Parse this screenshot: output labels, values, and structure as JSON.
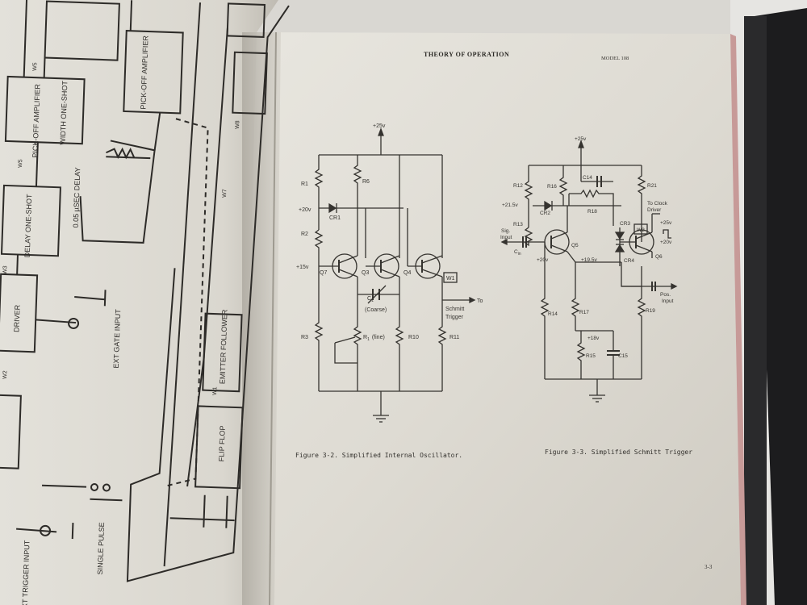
{
  "header": {
    "title": "THEORY OF OPERATION",
    "model": "MODEL 108"
  },
  "page_number": "3-3",
  "left_page": {
    "blocks": [
      "WIDTH ONE-SHOT",
      "PICK-OFF AMPLIFIER",
      "DELAY ONE-SHOT",
      "DRIVER",
      "PICK-OFF AMPLIFIER",
      "EMITTER FOLLOWER",
      "FLIP FLOP"
    ],
    "labels": [
      "EXT GATE INPUT",
      "SINGLE PULSE",
      "EXT TRIGGER INPUT",
      "0.05 µSEC DELAY"
    ],
    "test_points": [
      "W5",
      "W5",
      "W3",
      "W2",
      "W8",
      "W7",
      "W1"
    ]
  },
  "figure_3_2": {
    "caption": "Figure 3-2.  Simplified Internal Oscillator.",
    "supply": "+25v",
    "v20": "+20v",
    "v15": "+15v",
    "resistors": [
      "R1",
      "R2",
      "R3",
      "R6",
      "R10",
      "R11"
    ],
    "diode": "CR1",
    "transistors": [
      "Q7",
      "Q3",
      "Q4"
    ],
    "test_point": "W1",
    "cap_label": "C",
    "cap_sub": "1",
    "cap_note": "(Coarse)",
    "pot_label": "R",
    "pot_sub": "1",
    "pot_note": "(fine)",
    "output_to": "To",
    "output_dest_1": "Schmitt",
    "output_dest_2": "Trigger"
  },
  "figure_3_3": {
    "caption": "Figure 3-3.  Simplified Schmitt Trigger",
    "supply": "+25v",
    "v21": "+21.5v",
    "v20": "+20v",
    "v195": "+19.5v",
    "v18": "+18v",
    "v25_out": "+25v",
    "v20_out": "+20v",
    "resistors": [
      "R12",
      "R13",
      "R14",
      "R15",
      "R16",
      "R17",
      "R18",
      "R19",
      "R21"
    ],
    "diodes": [
      "CR2",
      "CR3",
      "CR4"
    ],
    "caps": [
      "C14",
      "C15"
    ],
    "cin_label": "C",
    "cin_sub": "in",
    "transistors": [
      "Q5",
      "Q6"
    ],
    "test_point": "W2",
    "sig_input_1": "Sig.",
    "sig_input_2": "Input",
    "clock_1": "To Clock",
    "clock_2": "Driver",
    "pos_input_1": "Pos.",
    "pos_input_2": "Input"
  }
}
